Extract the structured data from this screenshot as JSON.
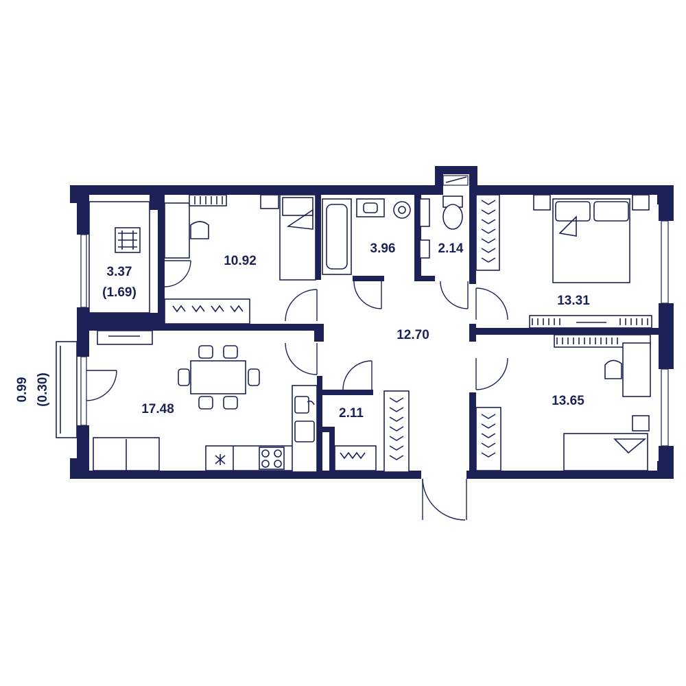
{
  "rooms": [
    {
      "id": "loggia-1",
      "area": "3.37",
      "reduced": "(1.69)"
    },
    {
      "id": "bedroom-small",
      "area": "10.92"
    },
    {
      "id": "bathroom",
      "area": "3.96"
    },
    {
      "id": "wc",
      "area": "2.14"
    },
    {
      "id": "bedroom-master",
      "area": "13.31"
    },
    {
      "id": "hall",
      "area": "12.70"
    },
    {
      "id": "kitchen-living",
      "area": "17.48"
    },
    {
      "id": "storage",
      "area": "2.11"
    },
    {
      "id": "bedroom-3",
      "area": "13.65"
    },
    {
      "id": "balcony",
      "area": "0.99",
      "reduced": "(0.30)"
    }
  ],
  "colors": {
    "wall": "#1c2156",
    "background": "#ffffff"
  }
}
